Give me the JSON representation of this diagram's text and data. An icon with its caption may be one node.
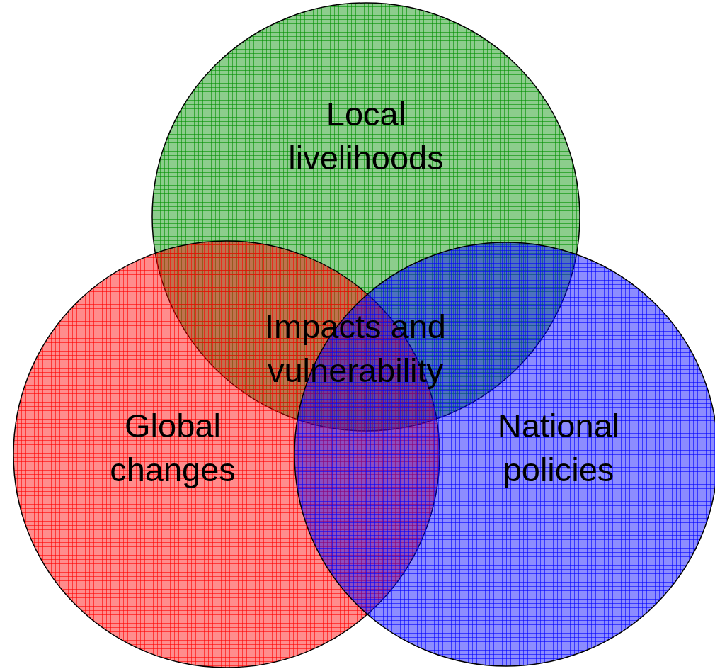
{
  "diagram": {
    "nodes": [
      {
        "text": [
          "Local livelihoods"
        ]
      },
      {
        "text": [
          "Global changes"
        ]
      },
      {
        "text": [
          "National policies"
        ]
      }
    ],
    "labels": [
      "Impacts and vulnerability"
    ]
  }
}
